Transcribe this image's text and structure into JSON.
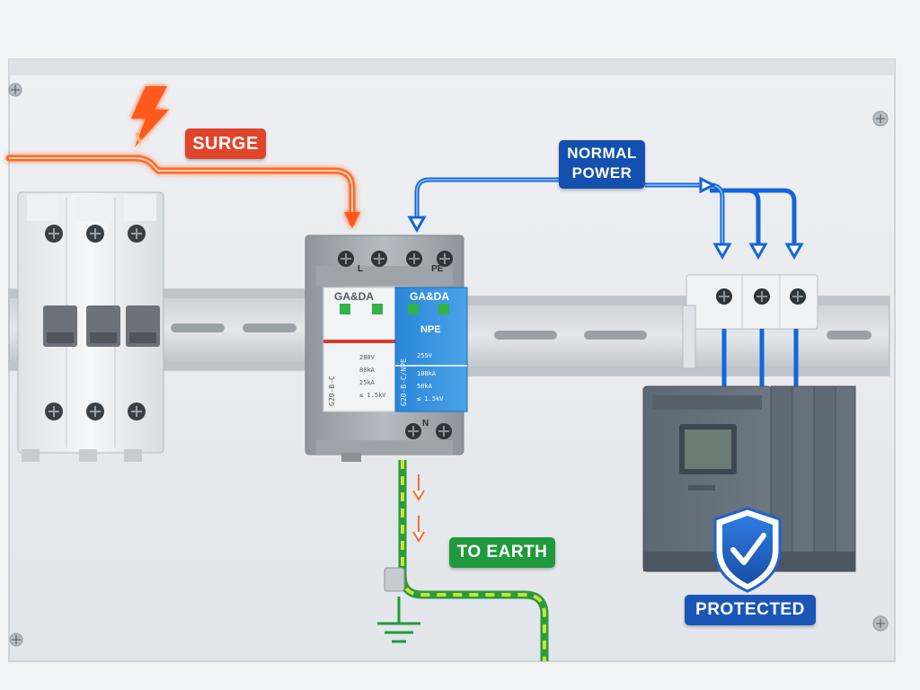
{
  "labels": {
    "surge": "SURGE",
    "normal_power_line1": "NORMAL",
    "normal_power_line2": "POWER",
    "to_earth": "TO EARTH",
    "protected": "PROTECTED"
  },
  "spd": {
    "brand_left": "GA&DA",
    "brand_right": "GA&DA",
    "terminal_top_left": "L",
    "terminal_top_right": "PE",
    "terminal_bottom": "N",
    "module_right_label": "NPE",
    "model_left": "G20-B-C",
    "model_right": "G20-B-C/NPE",
    "specs_right": [
      "255V",
      "100kA",
      "50kA",
      "≤ 1.5kV"
    ],
    "specs_left": [
      "280V",
      "80kA",
      "25kA",
      "≤ 1.5kV"
    ]
  },
  "colors": {
    "surge": "#ff5a1f",
    "surge_label": "#e0452b",
    "normal_power": "#1565d8",
    "normal_label": "#1450b0",
    "earth_label": "#1f9a3c",
    "earth_wire": "#9bcf3a",
    "protected_label": "#1a56b8",
    "shield": "#1e63c9"
  },
  "icons": [
    "lightning-icon",
    "ground-icon",
    "shield-check-icon"
  ]
}
